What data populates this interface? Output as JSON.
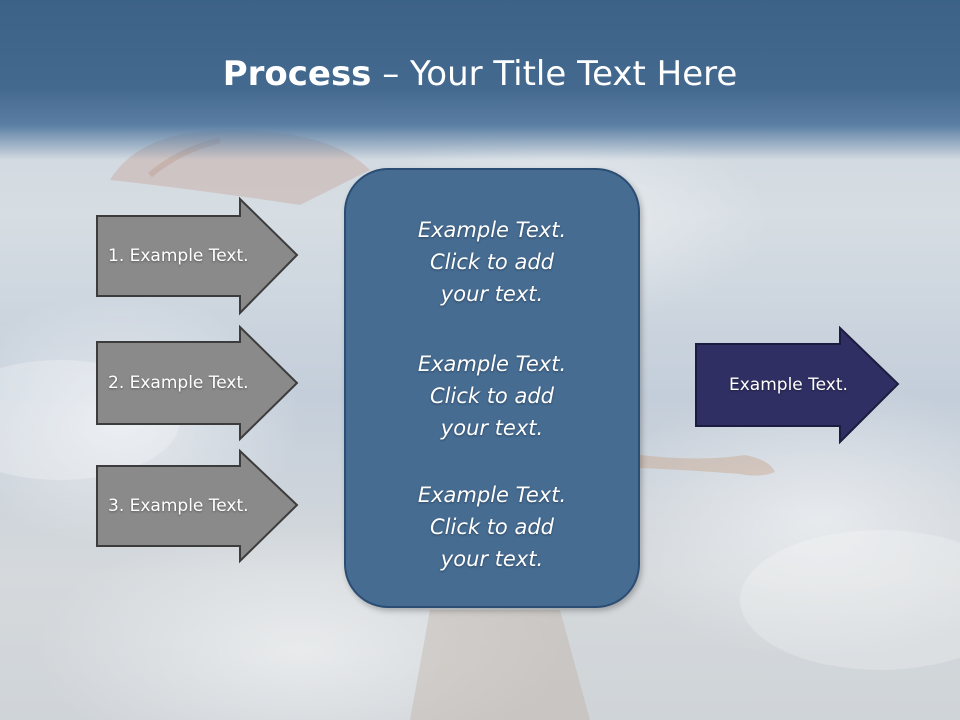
{
  "slide": {
    "title_strong": "Process",
    "title_rest": " – Your Title Text Here"
  },
  "diagram": {
    "inputs": [
      {
        "label": "1. Example Text."
      },
      {
        "label": "2. Example Text."
      },
      {
        "label": "3. Example Text."
      }
    ],
    "center_blocks": [
      {
        "lines": [
          "Example Text.",
          "Click  to add",
          "your text."
        ]
      },
      {
        "lines": [
          "Example Text.",
          "Click  to add",
          "your text."
        ]
      },
      {
        "lines": [
          "Example Text.",
          "Click  to add",
          "your text."
        ]
      }
    ],
    "output": {
      "label": "Example Text."
    }
  },
  "colors": {
    "input_arrow_fill": "#8a8a8a",
    "input_arrow_stroke": "#3c3c3c",
    "center_fill": "#466c92",
    "center_stroke": "#2b4d73",
    "output_arrow_fill": "#2f2f63",
    "output_arrow_stroke": "#1c1c40",
    "header_band": "#44698f"
  }
}
